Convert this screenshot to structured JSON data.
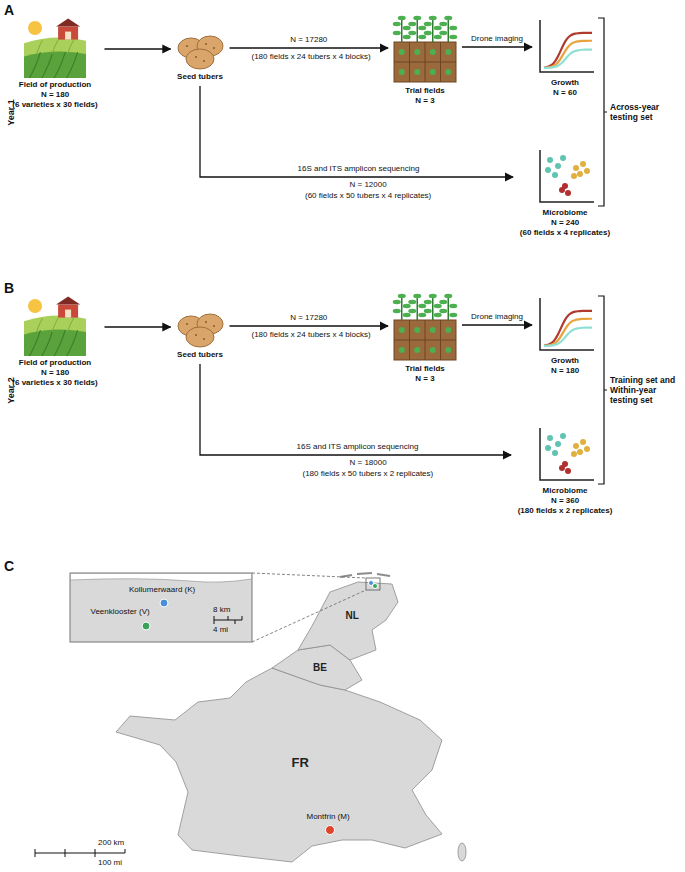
{
  "diagram": {
    "nodes": [
      {
        "text": [
          "Field of production",
          "N = 180",
          "(6 varieties x 30 fields)"
        ]
      },
      {
        "text": [
          "Seed tubers"
        ]
      },
      {
        "text": [
          "Trial fields",
          "N = 3"
        ]
      },
      {
        "text": [
          "Growth",
          "N = 60"
        ]
      },
      {
        "text": [
          "Microbiome",
          "N = 240",
          "(60 fields x 4 replicates)"
        ]
      },
      {
        "text": [
          "Field of production",
          "N = 180",
          "(6 varieties x 30 fields)"
        ]
      },
      {
        "text": [
          "Seed tubers"
        ]
      },
      {
        "text": [
          "Trial fields",
          "N = 3"
        ]
      },
      {
        "text": [
          "Growth",
          "N = 180"
        ]
      },
      {
        "text": [
          "Microbiome",
          "N = 360",
          "(180 fields x 2 replicates)"
        ]
      }
    ],
    "edges": [
      {
        "from": 0,
        "to": 1,
        "arrow": "to"
      },
      {
        "from": 1,
        "to": 2,
        "arrow": "to",
        "label": "N = 17280"
      },
      {
        "from": 2,
        "to": 3,
        "arrow": "to",
        "label": "Drone imaging"
      },
      {
        "from": 1,
        "to": 4,
        "arrow": "to",
        "label": "16S and ITS amplicon sequencing"
      },
      {
        "from": 5,
        "to": 6,
        "arrow": "to"
      },
      {
        "from": 6,
        "to": 7,
        "arrow": "to",
        "label": "N = 17280"
      },
      {
        "from": 7,
        "to": 8,
        "arrow": "to",
        "label": "Drone imaging"
      },
      {
        "from": 6,
        "to": 9,
        "arrow": "to",
        "label": "16S and ITS amplicon sequencing"
      }
    ],
    "labels": [
      "A",
      "Year 1",
      "(180 fields x 24 tubers x 4 blocks)",
      "N = 12000",
      "(60 fields x 50 tubers x 4 replicates)",
      "Across-year testing set",
      "B",
      "Year 2",
      "(180 fields x 24 tubers x 4 blocks)",
      "N = 18000",
      "(180 fields x 50 tubers x 2 replicates)",
      "Training set and Within-year testing set",
      "C",
      "NL",
      "BE",
      "FR",
      "Kollumerwaard (K)",
      "Veenklooster (V)",
      "8 km",
      "4 mi",
      "Montfrin (M)",
      "200 km",
      "100 mi"
    ]
  }
}
